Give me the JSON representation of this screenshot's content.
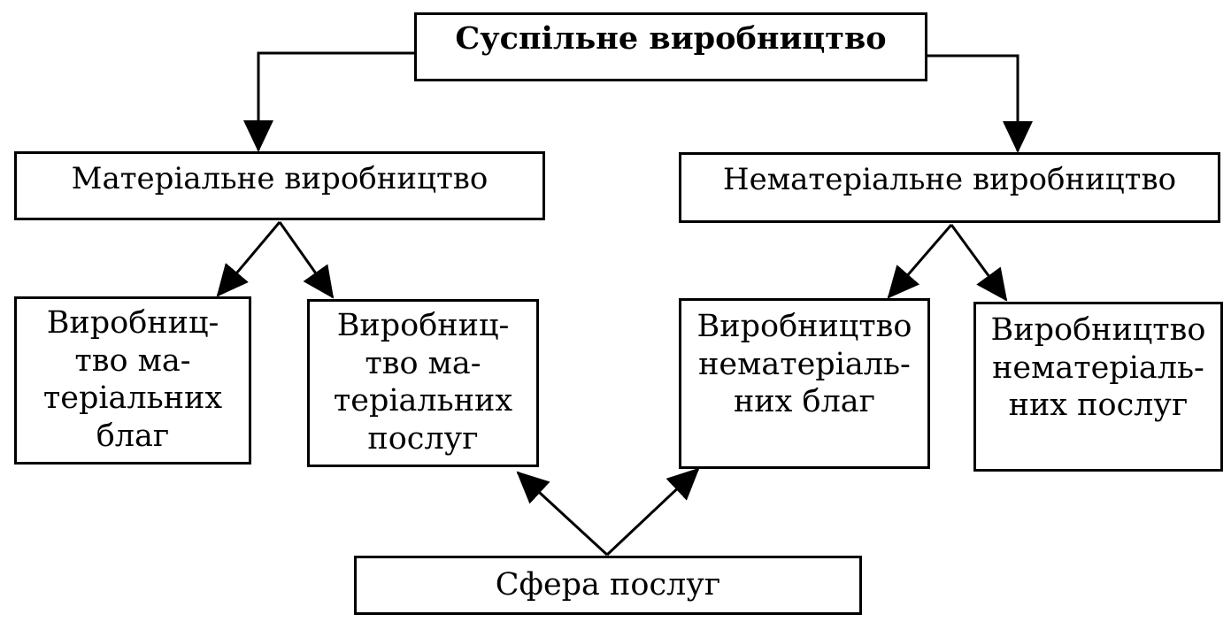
{
  "diagram": {
    "root": {
      "label": "Суспільне виробництво"
    },
    "material": {
      "label": "Матеріальне виробництво"
    },
    "nonmaterial": {
      "label": "Нематеріальне виробництво"
    },
    "leaves": [
      {
        "label": "Виробниц-\nтво ма-\nтеріальних\nблаг"
      },
      {
        "label": "Виробниц-\nтво ма-\nтеріальних\nпослуг"
      },
      {
        "label": "Виробництво\nнематеріаль-\nних благ"
      },
      {
        "label": "Виробництво\nнематеріаль-\nних послуг"
      }
    ],
    "services": {
      "label": "Сфера послуг"
    },
    "edges": [
      {
        "from": "root",
        "to": "material"
      },
      {
        "from": "root",
        "to": "nonmaterial"
      },
      {
        "from": "material",
        "to": "leaf-1"
      },
      {
        "from": "material",
        "to": "leaf-2"
      },
      {
        "from": "nonmaterial",
        "to": "leaf-3"
      },
      {
        "from": "nonmaterial",
        "to": "leaf-4"
      },
      {
        "from": "services",
        "to": "leaf-2"
      },
      {
        "from": "services",
        "to": "leaf-3"
      }
    ],
    "line_color": "#000000"
  }
}
